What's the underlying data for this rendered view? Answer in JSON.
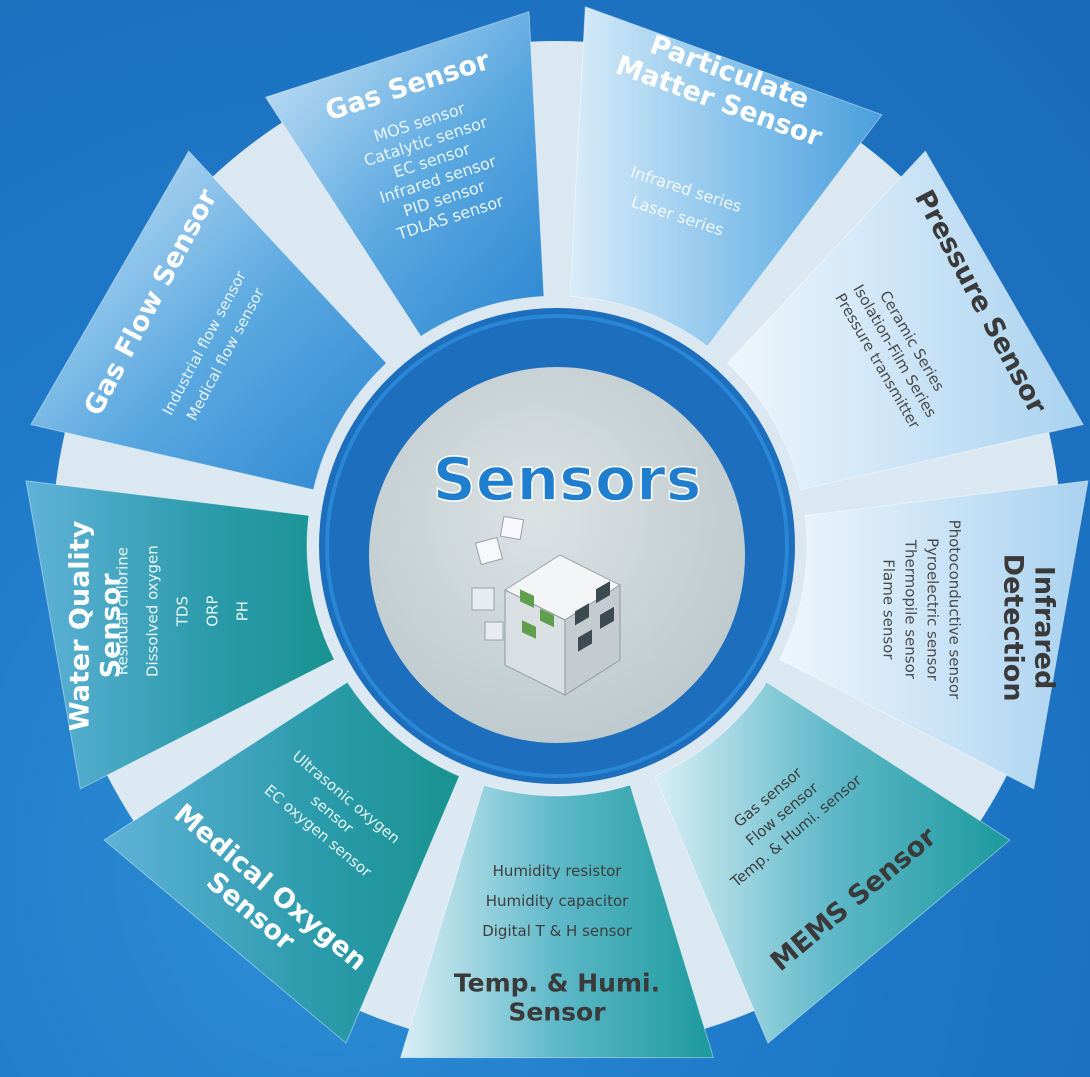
{
  "center": {
    "title": "Sensors"
  },
  "segments": [
    {
      "id": "gas",
      "title": [
        "Gas Sensor"
      ],
      "items": [
        "MOS sensor",
        "Catalytic sensor",
        "EC sensor",
        "Infrared sensor",
        "PID sensor",
        "TDLAS sensor"
      ]
    },
    {
      "id": "particulate",
      "title": [
        "Particulate",
        "Matter Sensor"
      ],
      "items": [
        "Infrared series",
        "Laser series"
      ]
    },
    {
      "id": "pressure",
      "title": [
        "Pressure Sensor"
      ],
      "items": [
        "Ceramic Series",
        "Isolation-Film Series",
        "Pressure transmitter"
      ]
    },
    {
      "id": "infrared",
      "title": [
        "Infrared",
        "Detection"
      ],
      "items": [
        "Photoconductive sensor",
        "Pyroelectric sensor",
        "Thermopile sensor",
        "Flame sensor"
      ]
    },
    {
      "id": "mems",
      "title": [
        "MEMS Sensor"
      ],
      "items": [
        "Gas sensor",
        "Flow sensor",
        "Temp. & Humi. sensor"
      ]
    },
    {
      "id": "temp",
      "title": [
        "Temp. & Humi.",
        "Sensor"
      ],
      "items": [
        "Humidity resistor",
        "Humidity capacitor",
        "Digital T & H sensor"
      ]
    },
    {
      "id": "medical",
      "title": [
        "Medical Oxygen",
        "Sensor"
      ],
      "items": [
        "Ultrasonic oxygen",
        "sensor",
        "EC oxygen sensor"
      ]
    },
    {
      "id": "water",
      "title": [
        "Water Quality",
        "Sensor"
      ],
      "items": [
        "Residual chlorine",
        "Dissolved oxygen",
        "TDS",
        "ORP",
        "PH"
      ]
    },
    {
      "id": "gasflow",
      "title": [
        "Gas Flow Sensor"
      ],
      "items": [
        "Industrial flow sensor",
        "Medical flow sensor"
      ]
    }
  ],
  "colors": {
    "ring": "#1d6fbe",
    "center": "#c9d3d6",
    "sensors_text": "#1f7fce",
    "dark_text": "#3a3a3a",
    "light_text": "#ffffff"
  }
}
